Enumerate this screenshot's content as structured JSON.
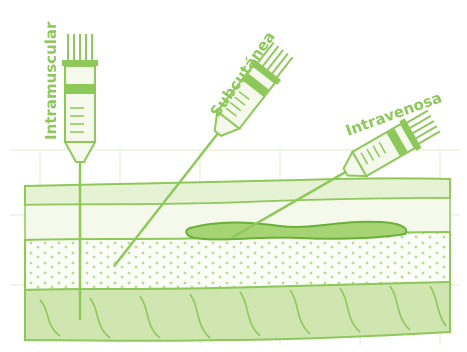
{
  "labels": {
    "intramuscular": "Intramuscular",
    "subcutanea": "Subcutánea",
    "intravenosa": "Intravenosa"
  },
  "colors": {
    "line": "#8fc85a",
    "dark": "#6bb036",
    "fill_light": "#e6f2d4",
    "fill_mid": "#cfe6b1",
    "grid": "#dcecc8"
  }
}
